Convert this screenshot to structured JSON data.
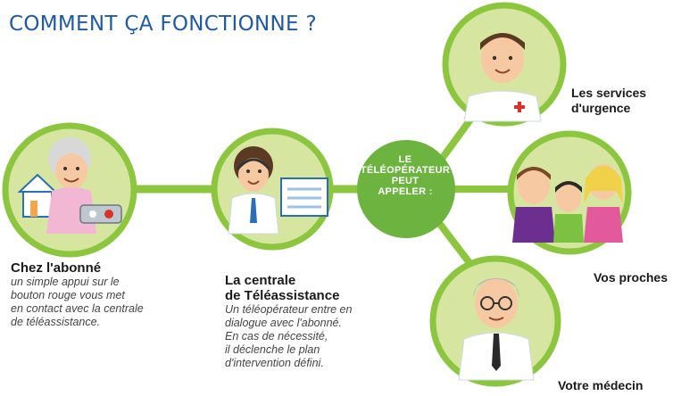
{
  "title": "COMMENT ÇA FONCTIONNE ?",
  "hub": {
    "lines": [
      "LE",
      "TÉLÉOPÉRATEUR",
      "PEUT",
      "APPELER :"
    ]
  },
  "steps": [
    {
      "heading": "Chez l'abonné",
      "description": [
        "un simple appui sur le",
        "bouton rouge vous met",
        "en contact avec la centrale",
        "de téléassistance."
      ]
    },
    {
      "heading": [
        "La centrale",
        "de Téléassistance"
      ],
      "description": [
        "Un téléopérateur entre en",
        "dialogue avec l'abonné.",
        "En cas de nécessité,",
        "il déclenche le plan",
        "d'intervention défini."
      ]
    }
  ],
  "contacts": [
    {
      "label": [
        "Les services",
        "d'urgence"
      ]
    },
    {
      "label": [
        "Vos proches"
      ]
    },
    {
      "label": [
        "Votre médecin"
      ]
    }
  ],
  "colors": {
    "title": "#1f5aa6",
    "connector": "#8cc63f",
    "circle_fill": "#d6e6a0",
    "circle_ring": "#8cc63f",
    "hub_fill": "#6cb33f",
    "alert_button": "#d9322b"
  }
}
